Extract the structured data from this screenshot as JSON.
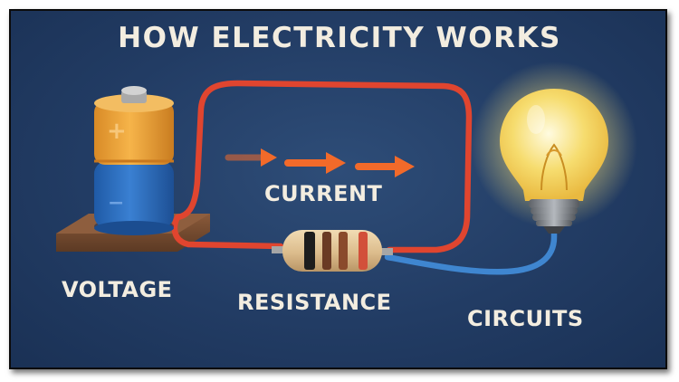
{
  "title": "HOW ELECTRICITY WORKS",
  "labels": {
    "voltage": "VOLTAGE",
    "current": "CURRENT",
    "resistance": "RESISTANCE",
    "circuits": "CIRCUITS"
  },
  "battery_symbols": {
    "plus": "+",
    "minus": "−"
  },
  "colors": {
    "background": "#223c64",
    "wire_red": "#e0452f",
    "wire_blue": "#3f86d0",
    "arrow": "#f26a2a",
    "battery_top": "#f0a53a",
    "battery_body": "#2f6fc0",
    "bulb_glow": "#f7e07a",
    "text": "#f3ede0"
  }
}
